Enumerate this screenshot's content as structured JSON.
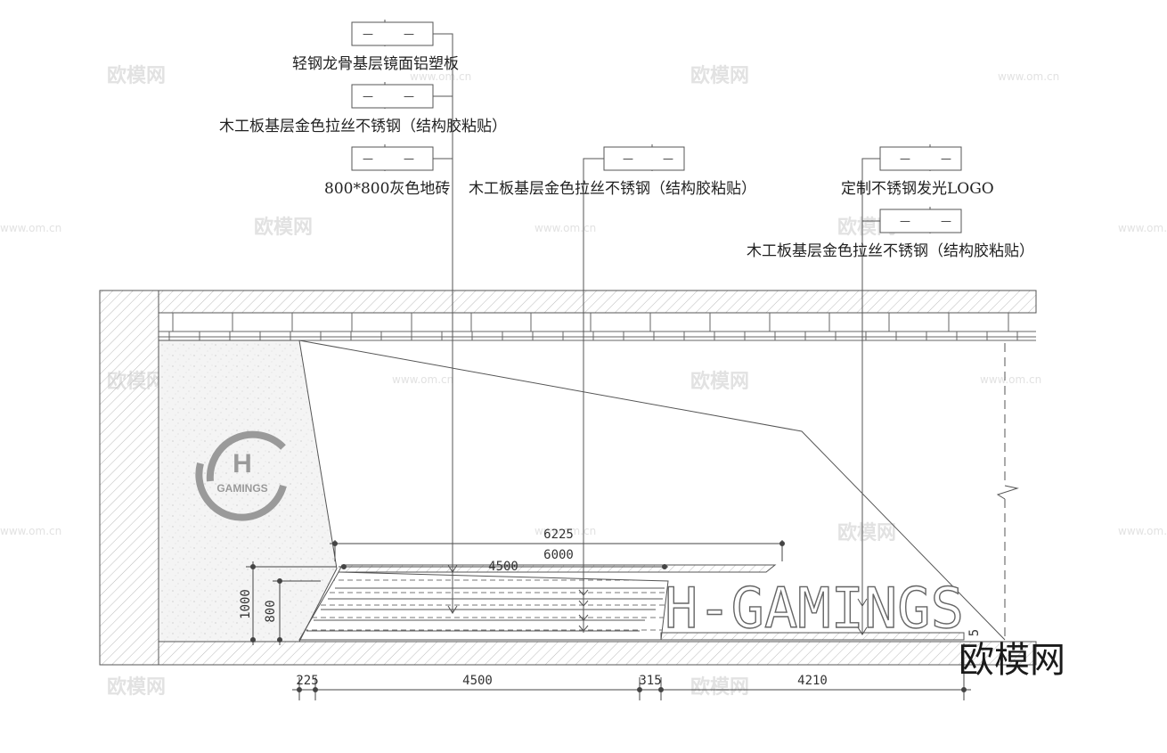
{
  "callouts": [
    {
      "id": "c1",
      "tag": [
        "—",
        "—"
      ],
      "text": "轻钢龙骨基层镜面铝塑板"
    },
    {
      "id": "c2",
      "tag": [
        "—",
        "—"
      ],
      "text": "木工板基层金色拉丝不锈钢（结构胶粘贴）"
    },
    {
      "id": "c3",
      "tag": [
        "—",
        "—"
      ],
      "text": "800*800灰色地砖"
    },
    {
      "id": "c4",
      "tag": [
        "—",
        "—"
      ],
      "text": "木工板基层金色拉丝不锈钢（结构胶粘贴）"
    },
    {
      "id": "c5",
      "tag": [
        "—",
        "—"
      ],
      "text": "定制不锈钢发光LOGO"
    },
    {
      "id": "c6",
      "tag": [
        "—",
        "—"
      ],
      "text": "木工板基层金色拉丝不锈钢（结构胶粘贴）"
    }
  ],
  "dimensions": {
    "top_6225": "6225",
    "top_6000": "6000",
    "top_4500": "4500",
    "left_1000": "1000",
    "left_800": "800",
    "bottom": [
      "225",
      "4500",
      "315",
      "4210"
    ],
    "right_partial": "5"
  },
  "logo": {
    "letter": "H",
    "word": "GAMINGS"
  },
  "wall_sign": "H-GAMINGS",
  "watermark": {
    "brand": "欧模网",
    "url": "www.om.cn"
  },
  "corner_brand": "欧模网",
  "colors": {
    "line": "#555555",
    "hatch": "#9a9a9a",
    "fill_speckle": "#f2f2f2"
  }
}
